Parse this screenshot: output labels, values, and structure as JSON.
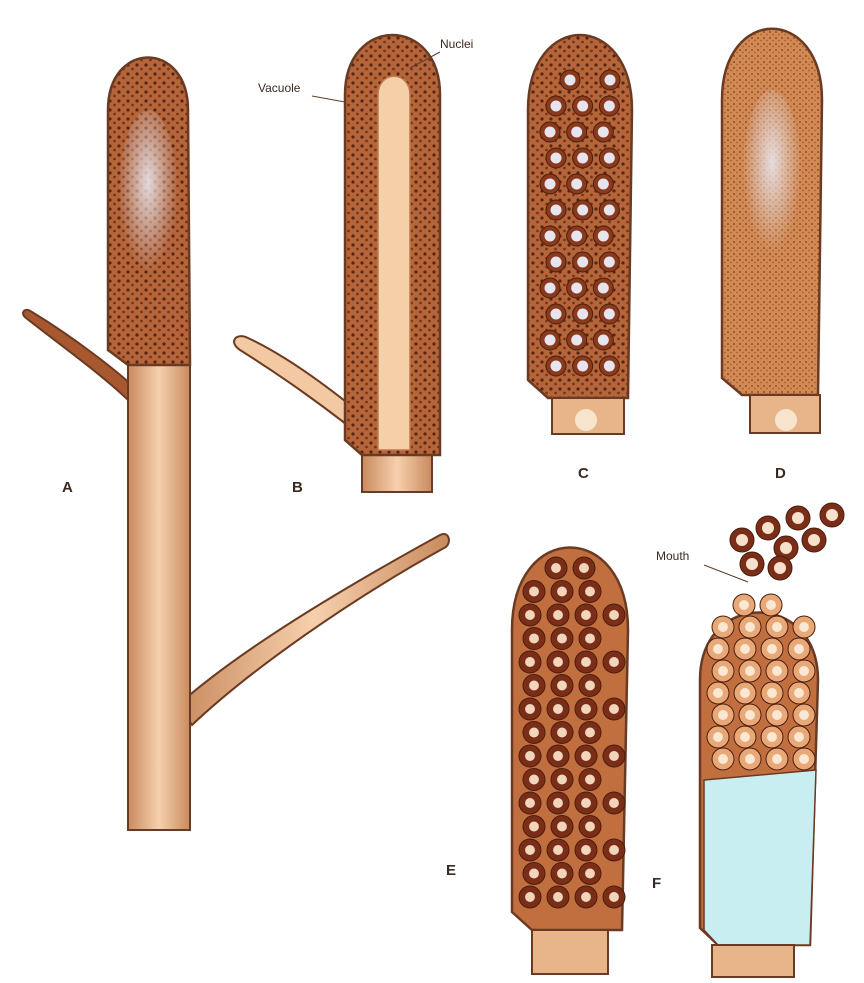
{
  "panels": {
    "a": {
      "letter": "A"
    },
    "b": {
      "letter": "B",
      "callouts": {
        "nuclei": "Nuclei",
        "vacuole": "Vacuole"
      }
    },
    "c": {
      "letter": "C"
    },
    "d": {
      "letter": "D"
    },
    "e": {
      "letter": "E"
    },
    "f": {
      "letter": "F",
      "callouts": {
        "mouth": "Mouth"
      }
    }
  },
  "colors": {
    "wall": "#6b3a22",
    "cytoplasm": "#b5653a",
    "hypha": "#e8b48a",
    "vacuole": "#f4cfa8",
    "spore": "#7a2e18",
    "spore_center": "#f2d6bc",
    "empty": "#c9eef2"
  }
}
